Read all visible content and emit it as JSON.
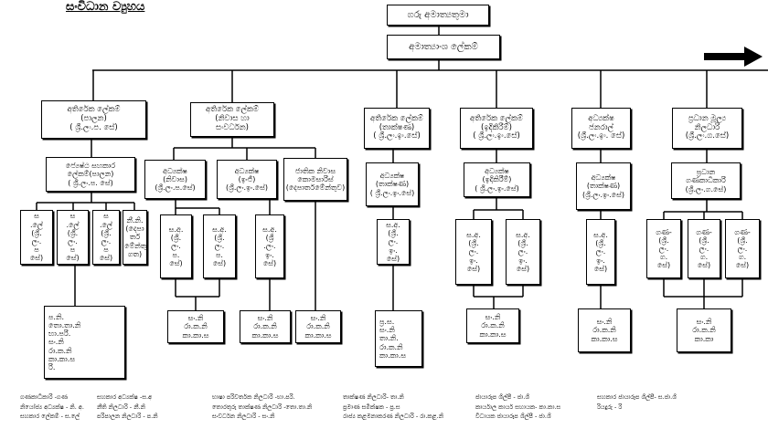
{
  "title": "සංවිධාන ව්‍යුහය",
  "top": {
    "minister": "ගරු අමාත්‍යතුමා",
    "secretary": "අමාත්‍යාංශ ලේකම්"
  },
  "icons": {
    "continuation_arrow": "arrow-right-icon"
  },
  "branches": {
    "admin": {
      "head": "අතිරේක ලේකම්\n(පාලන)\n( ශ්‍රී.ලං.ප. සේ)",
      "senior": "ජ්‍යෙෂ්ඨ සහකාර\nලේකම්(පාලන)\n( ශ්‍රී.ලං.ප. සේ)",
      "units": [
        "ස\n.ලේ\n(ශ්‍රී.\nලං.\nප\nසේ)",
        "ස\n.ලේ\n(ශ්‍රී.\nලං.\nප\nසේ)",
        "ස\n.ලේ\n(ශ්‍රී.\nලං.\nප\nසේ)",
        "නී.නි.\n(දෙපා\nර්ත\nමේන්තු\nගත)"
      ],
      "staff": "ප.නි.\nතො.තා.නි\nභා.පරි.\nසං.නි\nරා.ක.නි\nකා.කා.ස\nරි."
    },
    "housing": {
      "head": "අතිරේක ලේකම්\n(නිවාස හා\nසංවර්ධන)",
      "dir_housing": "අධ්‍යක්ෂ\n(නිවාස)\n(ශ්‍රී.ලං.ප.සේ)",
      "dir_eng": "අධ්‍යක්ෂ\n(ඉංජි)\n(ශ්‍රී.ලං.ඉං.සේ)",
      "commissioner": "ජාතික නිවාස\nකොමසාරිස්\n(දෙපාර්තමේන්තුව)",
      "housing_units": [
        "ස.අ.\n(ශ්‍රී.\nලං.\nප.\nසේ)",
        "ස.අ.\n(ශ්‍රී.\nලං.\nප.\nසේ)"
      ],
      "eng_unit": "ස.අ.\n(ශ්‍රී\n.ලං.\nඉං.\nසේ)",
      "staff_housing": "සං.නි\nරා.ක.නි\nකා.කා.ස",
      "staff_eng": "සං.නි\nරා.ක.නි\nකා.කා.ස",
      "staff_commissioner": "සං.නි\nරා.ක.නි\nකා.කා.ස"
    },
    "technical": {
      "head": "අතිරේක ලේකම්\n(තාක්ෂණ)\n( ශ්‍රී.ලං.ඉං.සේ)",
      "director": "අධ්‍යක්ෂ\n(තාක්ෂණ)\n( ශ්‍රී.ලං.ඉං.සේ)",
      "unit": "ස.අ.\n(ශ්‍රී.\nලං.\nඉං.\nසේ)",
      "staff": "ප්‍ර.ස.\nසං.නි\nතා.නි.\nරා.ක.නි\nකා.කා.ස"
    },
    "construction": {
      "head": "අතිරේක ලේකම්\n(ඉදිකිරීම්)\n( ශ්‍රී.ලං.ඉං.සේ)",
      "director": "අධ්‍යක්ෂ\n(ඉදිකිරීම්)\n( ශ්‍රී.ලං.ඉං.සේ)",
      "units": [
        "ස.අ.\n(ශ්‍රී.\nලං.\nඉං.\nසේ)",
        "ස.අ.\n(ශ්‍රී.\nලං.\nඉං.\nසේ)"
      ],
      "staff": "සං.නි\nරා.ක.නි\nකා.කා.ස"
    },
    "dg": {
      "head": "අධ්‍යක්ෂ\nජනරාල්\n(ශ්‍රී.ලං.ඉං. සේ)",
      "director": "අධ්‍යක්ෂ\n(තාක්ෂණ)\n(ශ්‍රී.ලං.ඉං.සේ)",
      "unit": "ස.අ.\n(ශ්‍රී.\nලං.\nඉං.\nසේ)",
      "staff": "සං.නි\nරා.ක.නි\nකා.කා.ස"
    },
    "finance": {
      "head": "ප්‍රධාන මූල්‍ය\nනිලධාරි\n(ශ්‍රී.ලං.ග.සේ)",
      "chief_accountant": "ප්‍රධාන\nගණකාධිකාරි\n(ශ්‍රී.ලං.ග.සේ)",
      "units": [
        "ගණ-\n(ශ්‍රී.\nලං.\nග.\nසේ)",
        "ගණ-\n(ශ්‍රී.\nලං.\nග.\nසේ)",
        "ගණ-\n(ශ්‍රී.\nලං.\nග.\nසේ)"
      ],
      "staff": "සං.නි\nරා.ක.නි\nකා.කා"
    }
  },
  "legend": [
    [
      "ගණකාධිකාරි -ගණ",
      "නියෝජ්‍ය අධ්‍යක්ෂ - නි. අ.",
      "සහකාර ලේකම් - ස.ලේ"
    ],
    [
      "සහකාර අධ්‍යක්ෂ -ස.අ",
      "නීති නිලධාරි - නී.නි",
      "පරිපාලන නිලධාරි - ප.නි"
    ],
    [
      "භාෂා පරිවර්තක නිලධාරි -භා.පරි.",
      "තොරතුරු තාක්ෂණ නිලධාරි -තො.තා.නි",
      "සංවර්ධන නිලධාරි - සං.නි"
    ],
    [
      "තාක්ෂණ නිලධාරි- තා.නි",
      "ප්‍රමාණ සමීක්ෂක - ප්‍ර.ස",
      "රාජ්‍ය කළමනාකරණ නිලධාරි - රා.කළ.නි"
    ],
    [
      "ජායාරූප ශිල්පී - ජා.ශි",
      "කාර්යාල කාර්ය සහායක- කා.කා.ස",
      "විධායක ජායාරූප ශිල්පී - ජා.ශි"
    ],
    [
      "සහකාර ජායාරූප ශිල්පී- ස.ජා.ශි",
      "රියදුරු - රි"
    ]
  ]
}
